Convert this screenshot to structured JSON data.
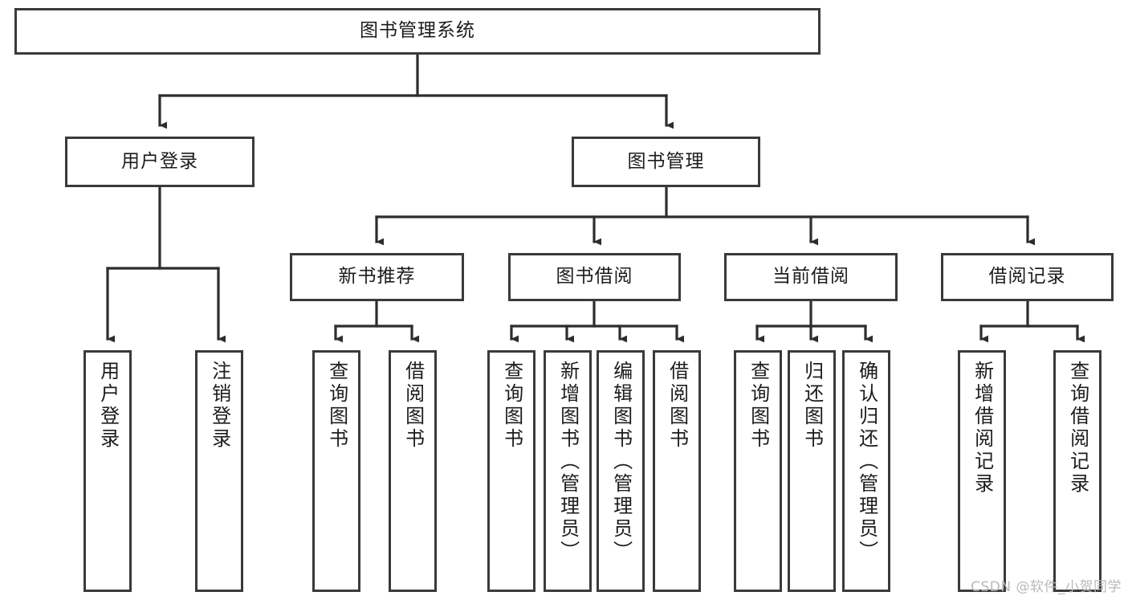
{
  "diagram": {
    "title": "图书管理系统",
    "type": "tree",
    "watermark": "CSDN @软件_小贺同学",
    "colors": {
      "node_border": "#3a3a3a",
      "node_fill": "#ffffff",
      "edge": "#2d2d2d",
      "text": "#1c1c1c",
      "watermark": "#b9b9b9",
      "background": "#ffffff"
    },
    "nodes": {
      "root": {
        "label": "图书管理系统",
        "level": 0
      },
      "l1": [
        {
          "id": "user_login",
          "label": "用户登录",
          "level": 1
        },
        {
          "id": "book_manage",
          "label": "图书管理",
          "level": 1
        }
      ],
      "l2": [
        {
          "id": "new_book_rec",
          "label": "新书推荐",
          "level": 2,
          "parent": "book_manage"
        },
        {
          "id": "book_borrow",
          "label": "图书借阅",
          "level": 2,
          "parent": "book_manage"
        },
        {
          "id": "current_borrow",
          "label": "当前借阅",
          "level": 2,
          "parent": "book_manage"
        },
        {
          "id": "borrow_record",
          "label": "借阅记录",
          "level": 2,
          "parent": "book_manage"
        }
      ],
      "leaves": [
        {
          "id": "leaf_user_login",
          "label": "用户登录",
          "parent": "user_login"
        },
        {
          "id": "leaf_logout",
          "label": "注销登录",
          "parent": "user_login"
        },
        {
          "id": "leaf_rec_query",
          "label": "查询图书",
          "parent": "new_book_rec"
        },
        {
          "id": "leaf_rec_borrow",
          "label": "借阅图书",
          "parent": "new_book_rec"
        },
        {
          "id": "leaf_bb_query",
          "label": "查询图书",
          "parent": "book_borrow"
        },
        {
          "id": "leaf_bb_add",
          "label": "新增图书（管理员）",
          "parent": "book_borrow"
        },
        {
          "id": "leaf_bb_edit",
          "label": "编辑图书（管理员）",
          "parent": "book_borrow"
        },
        {
          "id": "leaf_bb_borrow",
          "label": "借阅图书",
          "parent": "book_borrow"
        },
        {
          "id": "leaf_cb_query",
          "label": "查询图书",
          "parent": "current_borrow"
        },
        {
          "id": "leaf_cb_return",
          "label": "归还图书",
          "parent": "current_borrow"
        },
        {
          "id": "leaf_cb_confirm",
          "label": "确认归还（管理员）",
          "parent": "current_borrow"
        },
        {
          "id": "leaf_br_add",
          "label": "新增借阅记录",
          "parent": "borrow_record"
        },
        {
          "id": "leaf_br_query",
          "label": "查询借阅记录",
          "parent": "borrow_record"
        }
      ]
    }
  }
}
